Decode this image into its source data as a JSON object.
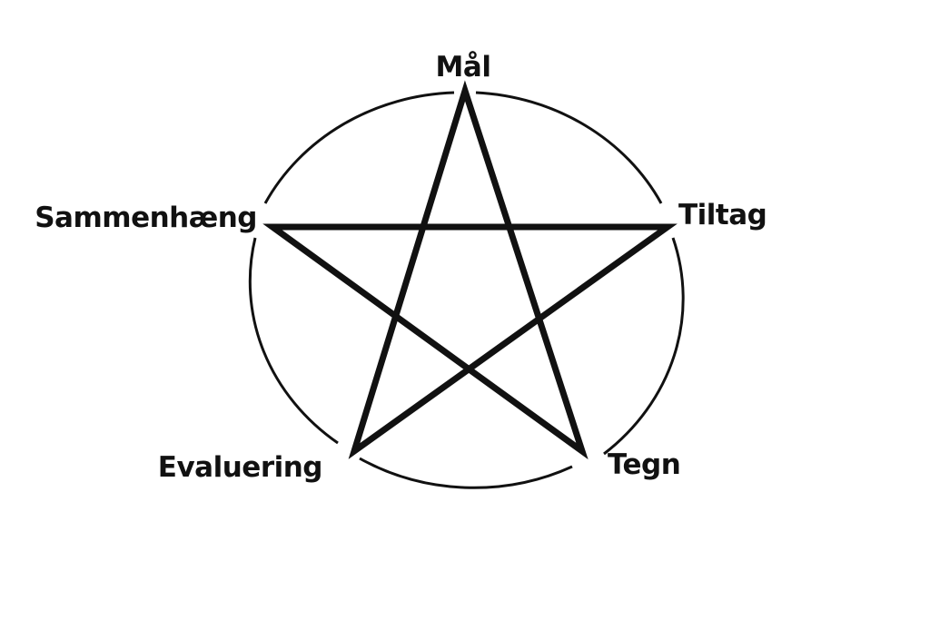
{
  "diagram": {
    "type": "pentagram-in-circle",
    "stroke_color": "#111111",
    "background": "#ffffff",
    "nodes": [
      {
        "id": "top",
        "label": "Mål"
      },
      {
        "id": "right",
        "label": "Tiltag"
      },
      {
        "id": "bottom-right",
        "label": "Tegn"
      },
      {
        "id": "bottom-left",
        "label": "Evaluering"
      },
      {
        "id": "left",
        "label": "Sammenhæng"
      }
    ]
  }
}
